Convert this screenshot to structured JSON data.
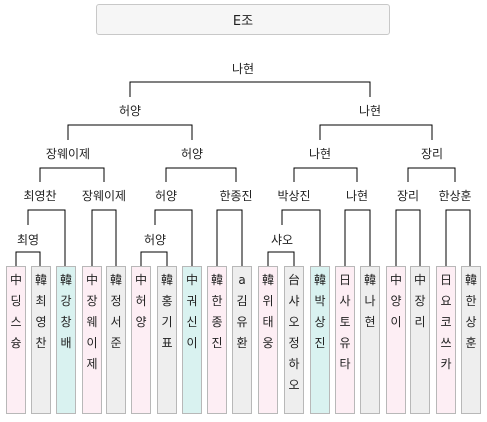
{
  "group": {
    "title": "E조"
  },
  "rounds": {
    "winner": "나현",
    "semi": [
      "허양",
      "나현"
    ],
    "quarter": [
      "장웨이제",
      "허양",
      "나현",
      "장리"
    ],
    "r16": [
      "최영찬",
      "장웨이제",
      "허양",
      "한종진",
      "박상진",
      "나현",
      "장리",
      "한상훈"
    ],
    "r32": [
      "최영",
      "허양",
      "샤오"
    ]
  },
  "players": [
    {
      "chars": [
        "中",
        "딩",
        "스",
        "슝"
      ],
      "style": "cn"
    },
    {
      "chars": [
        "韓",
        "최",
        "영",
        "찬"
      ],
      "style": "kr"
    },
    {
      "chars": [
        "韓",
        "강",
        "창",
        "배"
      ],
      "style": "win"
    },
    {
      "chars": [
        "中",
        "장",
        "웨",
        "이",
        "제"
      ],
      "style": "cn"
    },
    {
      "chars": [
        "韓",
        "정",
        "서",
        "준"
      ],
      "style": "kr"
    },
    {
      "chars": [
        "中",
        "허",
        "양"
      ],
      "style": "cn"
    },
    {
      "chars": [
        "韓",
        "홍",
        "기",
        "표"
      ],
      "style": "kr"
    },
    {
      "chars": [
        "中",
        "궈",
        "신",
        "이"
      ],
      "style": "win"
    },
    {
      "chars": [
        "韓",
        "한",
        "종",
        "진"
      ],
      "style": "cn"
    },
    {
      "chars": [
        "a",
        "김",
        "유",
        "환"
      ],
      "style": "kr"
    },
    {
      "chars": [
        "韓",
        "위",
        "태",
        "웅"
      ],
      "style": "cn"
    },
    {
      "chars": [
        "台",
        "샤",
        "오",
        "정",
        "하",
        "오"
      ],
      "style": "kr"
    },
    {
      "chars": [
        "韓",
        "박",
        "상",
        "진"
      ],
      "style": "win"
    },
    {
      "chars": [
        "日",
        "사",
        "토",
        "유",
        "타"
      ],
      "style": "cn"
    },
    {
      "chars": [
        "韓",
        "나",
        "현"
      ],
      "style": "kr"
    },
    {
      "chars": [
        "中",
        "양",
        "이"
      ],
      "style": "cn"
    },
    {
      "chars": [
        "中",
        "장",
        "리"
      ],
      "style": "kr"
    },
    {
      "chars": [
        "日",
        "요",
        "코",
        "쓰",
        "카"
      ],
      "style": "cn"
    },
    {
      "chars": [
        "韓",
        "한",
        "상",
        "훈"
      ],
      "style": "kr"
    }
  ],
  "colors": {
    "cn": "#fdeef4",
    "kr": "#eeeeee",
    "win": "#d9f2f0",
    "line": "#000000"
  }
}
